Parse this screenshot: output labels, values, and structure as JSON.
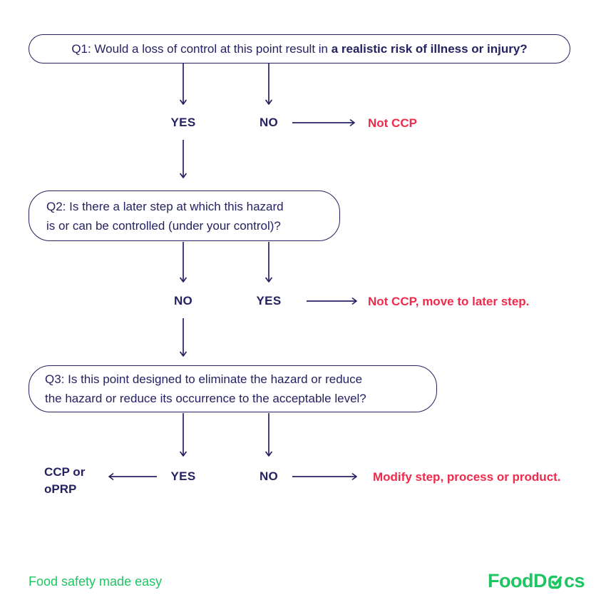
{
  "colors": {
    "navy": "#262262",
    "red": "#ee2b4c",
    "green": "#1fc463",
    "background": "#ffffff"
  },
  "q1": {
    "prefix": "Q1: Would a loss of control at this point result in ",
    "bold": "a realistic risk of illness or injury?"
  },
  "q2": {
    "line1": "Q2: Is there a later step at which this hazard",
    "line2": "is or can be controlled (under your control)?"
  },
  "q3": {
    "line1": "Q3: Is this point designed to eliminate the hazard or reduce",
    "line2": "the hazard or reduce its occurrence to the acceptable level?"
  },
  "row1": {
    "left_label": "YES",
    "right_label": "NO",
    "result": "Not CCP"
  },
  "row2": {
    "left_label": "NO",
    "right_label": "YES",
    "result": "Not CCP, move to later step."
  },
  "row3": {
    "left_label": "YES",
    "right_label": "NO",
    "result": "Modify step, process or product.",
    "outcome_line1": "CCP or",
    "outcome_line2": "oPRP"
  },
  "footer": {
    "tagline": "Food safety made easy",
    "logo_part1": "FoodD",
    "logo_part2": "cs",
    "logo_icon": "check-square-icon"
  }
}
